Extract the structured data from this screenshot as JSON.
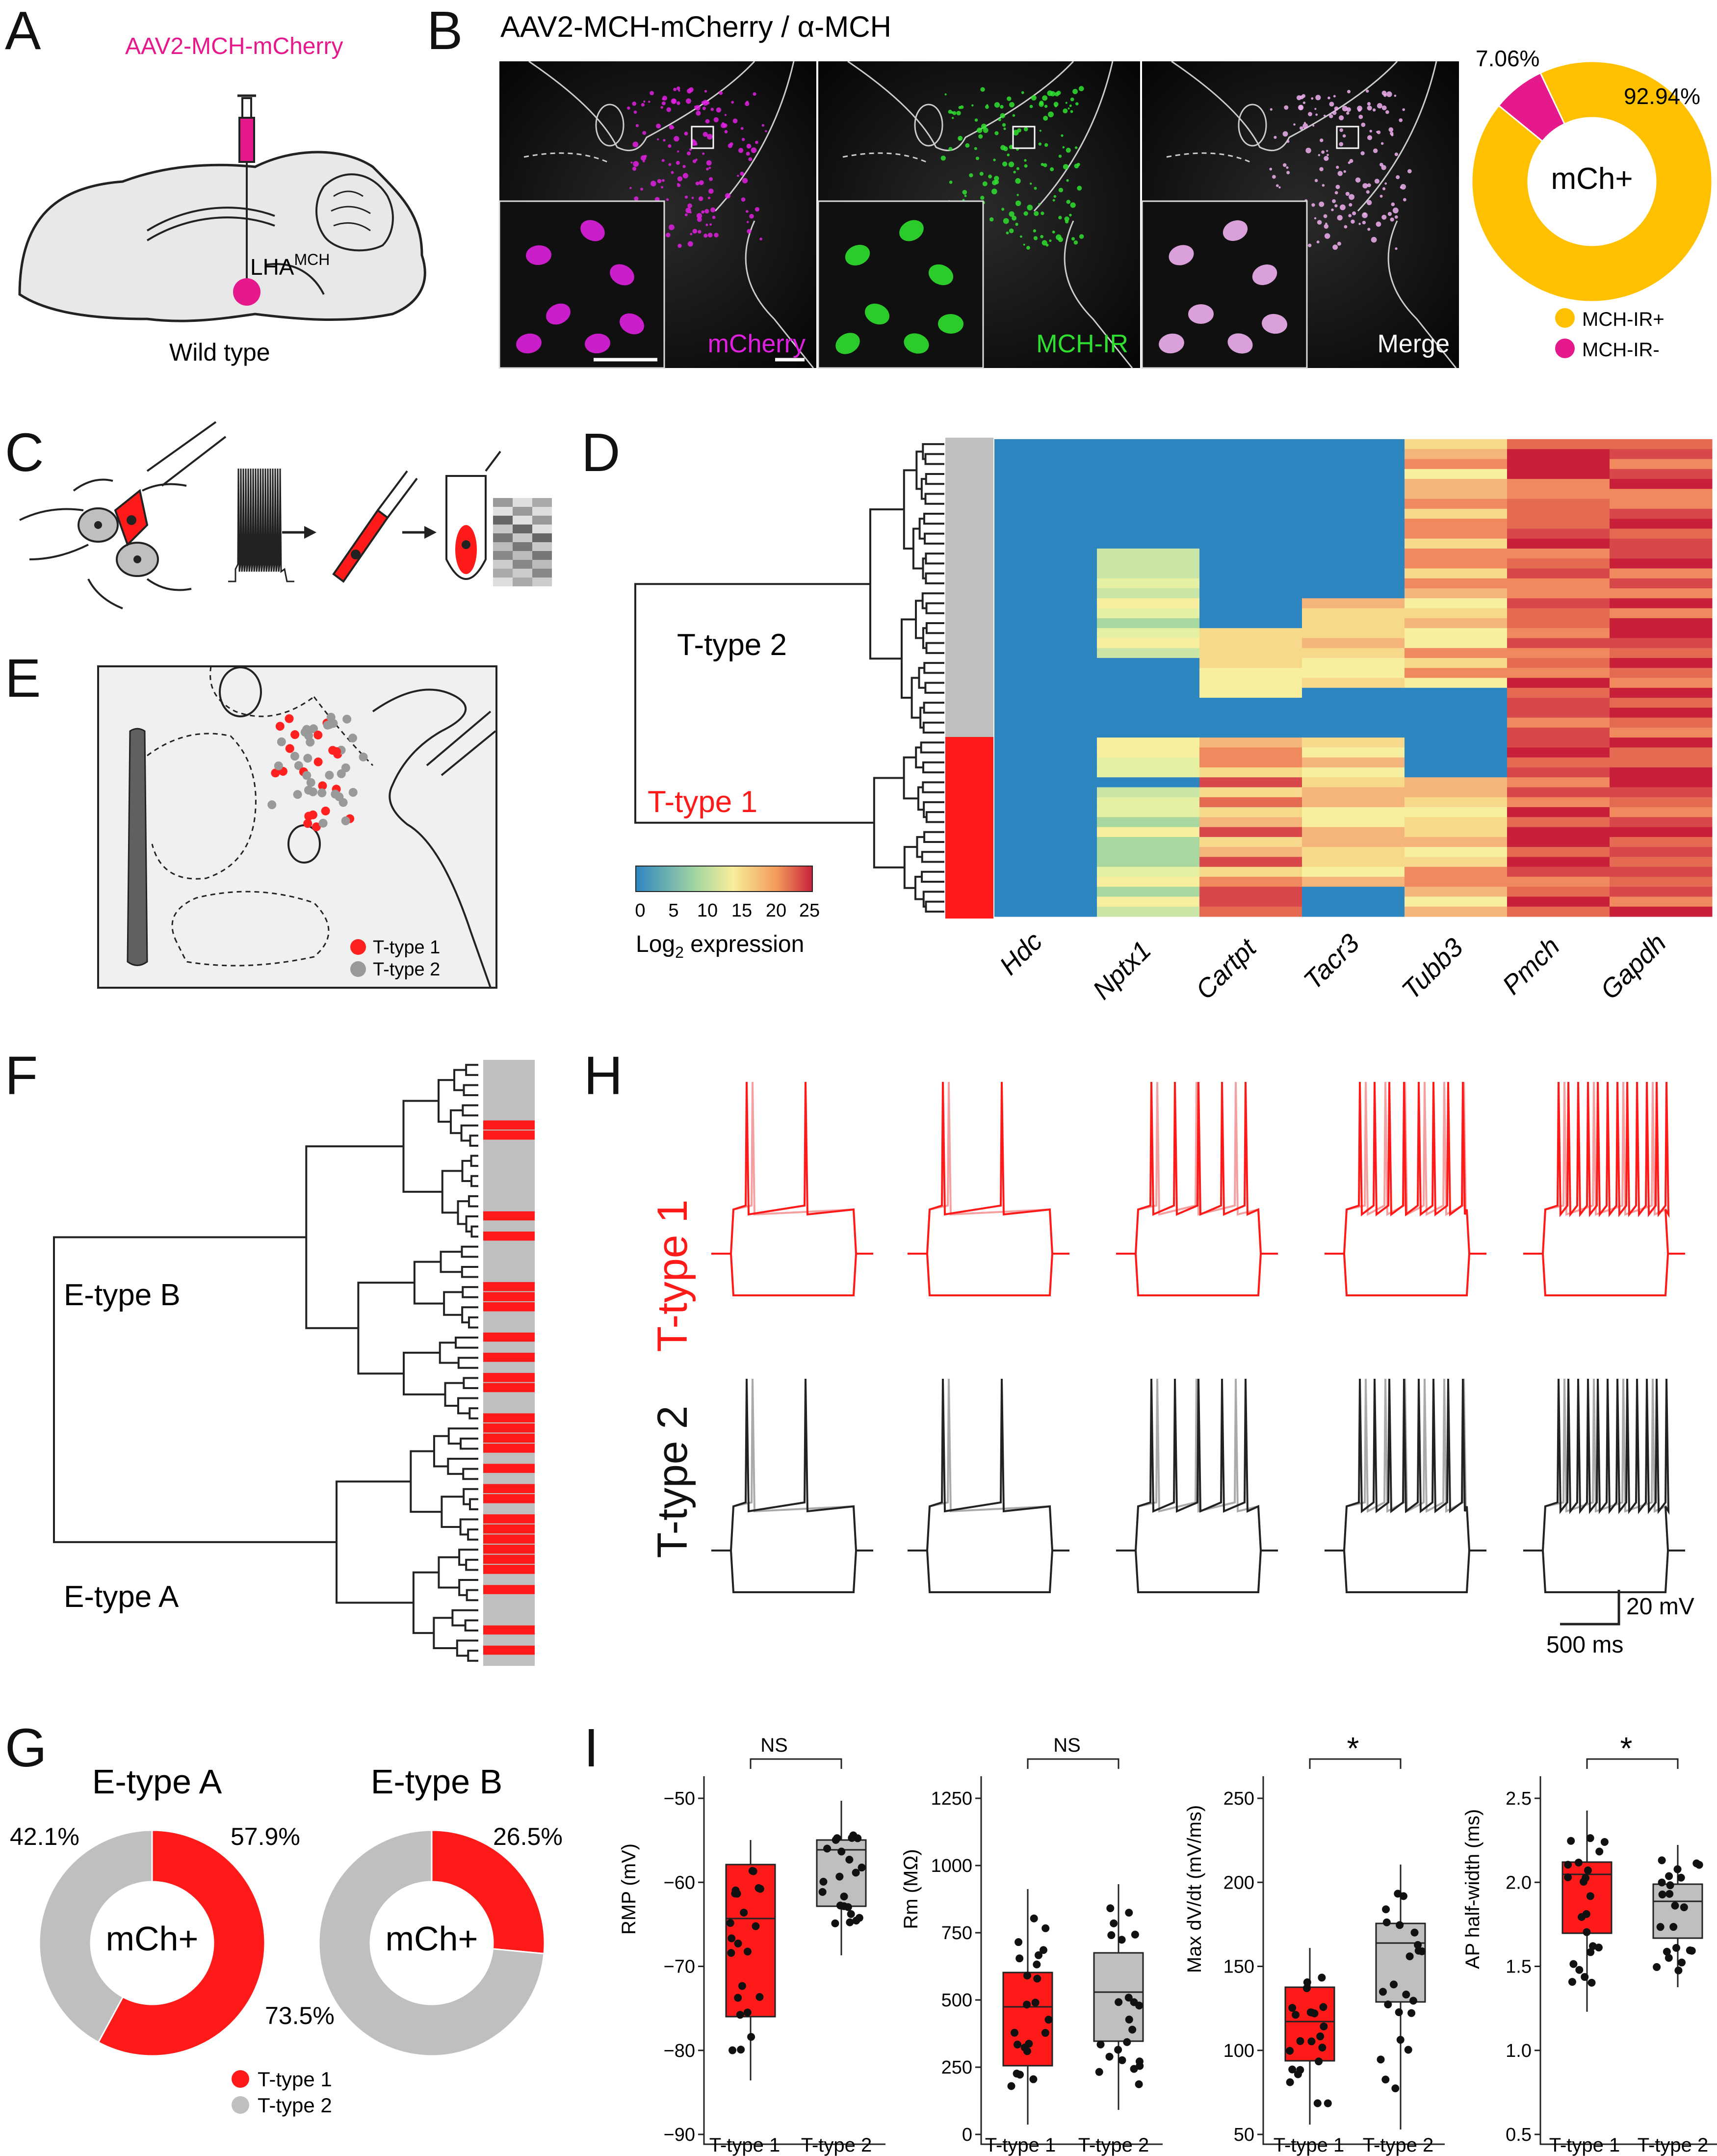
{
  "panels": {
    "A": {
      "letter": "A",
      "virus": "AAV2-MCH-mCherry",
      "region_main": "LHA",
      "region_sup": "MCH",
      "strain": "Wild type"
    },
    "B": {
      "letter": "B",
      "title": "AAV2-MCH-mCherry / α-MCH",
      "channels": [
        "mCherry",
        "MCH-IR",
        "Merge"
      ],
      "colors": {
        "mCherry": "#e020e0",
        "MCH-IR": "#30e030",
        "Merge": "#ffffff"
      }
    },
    "C": {
      "letter": "C"
    },
    "D": {
      "letter": "D",
      "cluster_labels": [
        "T-type 2",
        "T-type 1"
      ],
      "colorbar_ticks": [
        "0",
        "5",
        "10",
        "15",
        "20",
        "25"
      ],
      "colorbar_label_main": "Log",
      "colorbar_label_sub": "2",
      "colorbar_label_rest": " expression",
      "genes": [
        "Hdc",
        "Nptx1",
        "Cartpt",
        "Tacr3",
        "Tubb3",
        "Pmch",
        "Gapdh"
      ]
    },
    "E": {
      "letter": "E",
      "legend": [
        "T-type 1",
        "T-type 2"
      ],
      "colors": {
        "T-type 1": "#ff2020",
        "T-type 2": "#999999"
      }
    },
    "F": {
      "letter": "F",
      "cluster_labels": [
        "E-type B",
        "E-type A"
      ]
    },
    "G": {
      "letter": "G",
      "legend": [
        "T-type 1",
        "T-type 2"
      ]
    },
    "H": {
      "letter": "H",
      "row_labels": [
        "T-type 1",
        "T-type 2"
      ],
      "scale_v": "20 mV",
      "scale_t": "500 ms"
    },
    "I": {
      "letter": "I",
      "plots": [
        {
          "ylabel": "RMP (mV)",
          "sig": "NS",
          "ticks": [
            "−50",
            "−60",
            "−70",
            "−80",
            "−90"
          ],
          "groups": [
            "T-type 1",
            "T-type 2"
          ]
        },
        {
          "ylabel": "Rm (MΩ)",
          "sig": "NS",
          "ticks": [
            "1250",
            "1000",
            "750",
            "500",
            "250",
            "0"
          ],
          "groups": [
            "T-type 1",
            "T-type 2"
          ]
        },
        {
          "ylabel": "Max dV/dt (mV/ms)",
          "sig": "*",
          "ticks": [
            "250",
            "200",
            "150",
            "100",
            "50"
          ],
          "groups": [
            "T-type 1",
            "T-type 2"
          ]
        },
        {
          "ylabel": "AP half-width (ms)",
          "sig": "*",
          "ticks": [
            "2.5",
            "2.0",
            "1.5",
            "1.0",
            "0.5"
          ],
          "groups": [
            "T-type 1",
            "T-type 2"
          ]
        }
      ]
    }
  },
  "chart_data": [
    {
      "type": "pie",
      "panel": "B",
      "center_label": "mCh+",
      "labels": [
        "MCH-IR+",
        "MCH-IR-"
      ],
      "values": [
        92.94,
        7.06
      ],
      "value_labels": [
        "92.94%",
        "7.06%"
      ],
      "colors": [
        "#ffc000",
        "#e6198c"
      ]
    },
    {
      "type": "pie",
      "panel": "G",
      "title": "E-type A",
      "center_label": "mCh+",
      "labels": [
        "T-type 1",
        "T-type 2"
      ],
      "values": [
        57.9,
        42.1
      ],
      "value_labels": [
        "57.9%",
        "42.1%"
      ],
      "colors": [
        "#ff1a1a",
        "#bfbfbf"
      ]
    },
    {
      "type": "pie",
      "panel": "G",
      "title": "E-type B",
      "center_label": "mCh+",
      "labels": [
        "T-type 1",
        "T-type 2"
      ],
      "values": [
        26.5,
        73.5
      ],
      "value_labels": [
        "26.5%",
        "73.5%"
      ],
      "colors": [
        "#ff1a1a",
        "#bfbfbf"
      ]
    },
    {
      "type": "heatmap",
      "panel": "D",
      "genes": [
        "Hdc",
        "Nptx1",
        "Cartpt",
        "Tacr3",
        "Tubb3",
        "Pmch",
        "Gapdh"
      ],
      "cells_per_cluster": {
        "T-type 2": 30,
        "T-type 1": 18
      },
      "value_range": [
        0,
        25
      ],
      "colors": [
        "#2e86c1",
        "#f9ef9e",
        "#c8203a"
      ]
    }
  ]
}
